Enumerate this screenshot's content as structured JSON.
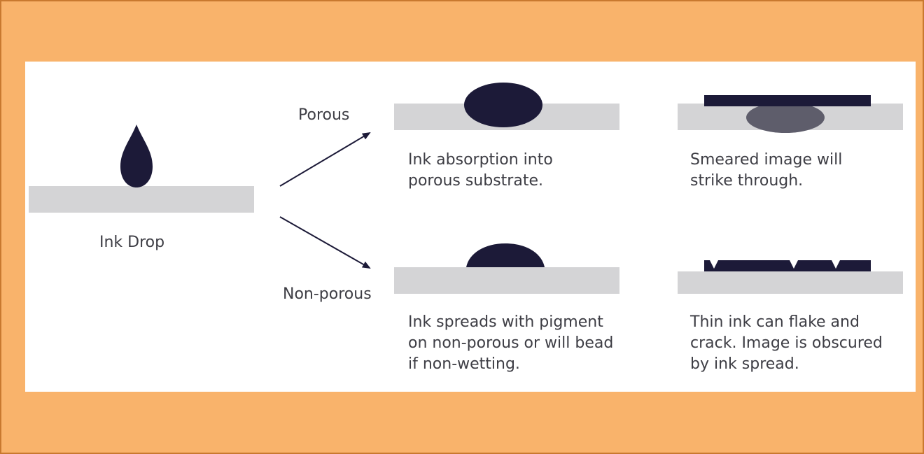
{
  "colors": {
    "background": "#f9b36b",
    "border": "#c9792f",
    "panel": "#ffffff",
    "substrate": "#d4d4d6",
    "ink": "#1c1a38",
    "ink_absorbed": "#5e5d6b",
    "text": "#3d3d44"
  },
  "labels": {
    "ink_drop": "Ink Drop",
    "porous": "Porous",
    "non_porous": "Non-porous"
  },
  "captions": {
    "porous_absorption": "Ink absorption into\nporous substrate.",
    "porous_result": "Smeared image will\nstrike through.",
    "nonporous_spread": "Ink spreads with pigment\non non-porous or will bead\nif non-wetting.",
    "nonporous_result": "Thin ink can flake and\ncrack. Image is obscured\nby ink spread."
  }
}
